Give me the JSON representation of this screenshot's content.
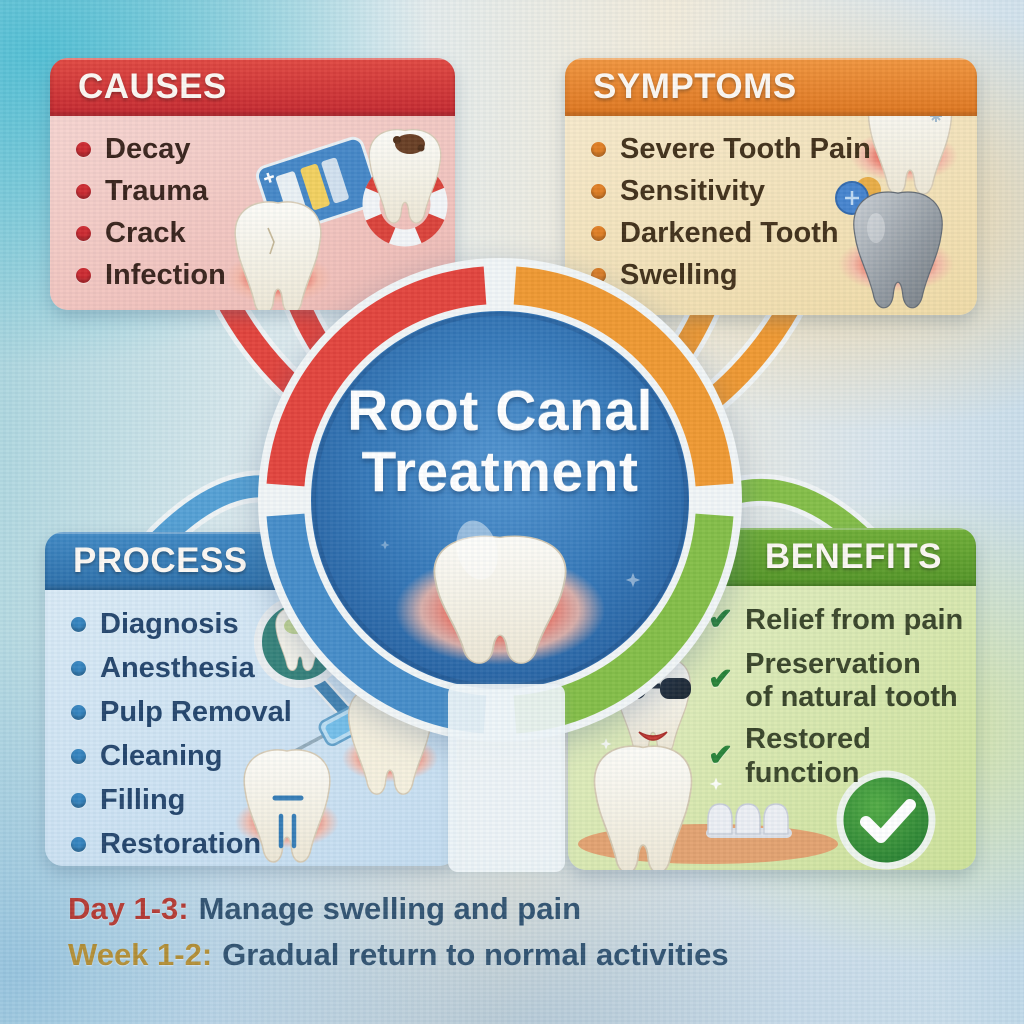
{
  "center": {
    "title_line1": "Root Canal",
    "title_line2": "Treatment",
    "circle_color": "#2f74b6"
  },
  "panels": {
    "causes": {
      "title": "CAUSES",
      "accent": "#c8242b",
      "items": [
        "Decay",
        "Trauma",
        "Crack",
        "Infection"
      ],
      "icons": [
        "decayed-tooth-lifebuoy-icon",
        "dental-card-icon",
        "tooth-in-gums-icon"
      ]
    },
    "symptoms": {
      "title": "SYMPTOMS",
      "accent": "#e2761b",
      "items": [
        "Severe Tooth Pain",
        "Sensitivity",
        "Darkened Tooth",
        "Swelling"
      ],
      "icons": [
        "sensitive-tooth-icon",
        "pills-icon",
        "darkened-tooth-icon"
      ]
    },
    "process": {
      "title": "PROCESS",
      "accent": "#2c77b4",
      "items": [
        "Diagnosis",
        "Anesthesia",
        "Pulp Removal",
        "Cleaning",
        "Filling",
        "Restoration"
      ],
      "icons": [
        "magnifier-tooth-icon",
        "syringe-icon",
        "decayed-tooth-icon",
        "root-filled-tooth-icon"
      ]
    },
    "benefits": {
      "title": "BENEFITS",
      "accent": "#55991f",
      "items": [
        {
          "bold": "Relief",
          "rest": "from pain"
        },
        {
          "bold": "Preservation",
          "rest": "of natural tooth"
        },
        {
          "bold": "",
          "rest": "Restored function"
        }
      ],
      "icons": [
        "happy-tooth-sunglasses-icon",
        "dental-bridge-icon",
        "check-circle-icon"
      ]
    }
  },
  "ring_colors": {
    "causes": "#e23c34",
    "symptoms": "#ef9428",
    "process": "#3f88c6",
    "benefits": "#7fbb3f"
  },
  "footer": {
    "lines": [
      {
        "label": "Day 1-3:",
        "text": "Manage swelling and pain",
        "label_color": "#b2332b"
      },
      {
        "label": "Week 1-2:",
        "text": "Gradual return to normal activities",
        "label_color": "#b08a2e"
      }
    ]
  }
}
